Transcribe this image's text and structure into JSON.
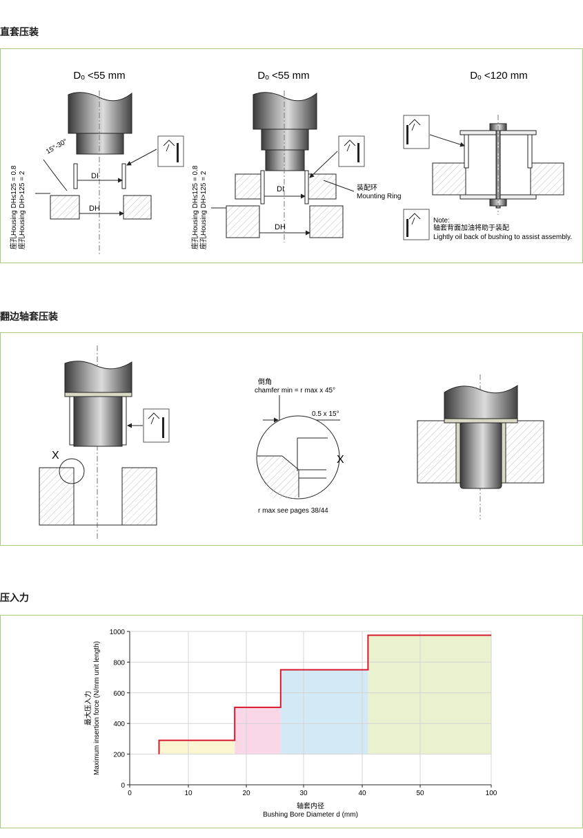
{
  "sections": {
    "straight": {
      "title": "直套压装",
      "fig1": {
        "do_label": "Dₒ <55 mm",
        "angle": "15°-30°",
        "di": "DI",
        "dh": "DH",
        "housing_line1": "座孔Housing DH≤125 = 0.8",
        "housing_line2": "座孔Housing DH>125 = 2"
      },
      "fig2": {
        "do_label": "Dₒ <55 mm",
        "di": "DI",
        "dh": "DH",
        "ring_cn": "装配环",
        "ring_en": "Mounting Ring",
        "housing_line1": "座孔Housing DH≤125 = 0.8",
        "housing_line2": "座孔Housing DH>125 = 2"
      },
      "fig3": {
        "do_label": "Dₒ <120 mm",
        "note_title": "Note:",
        "note_cn": "轴套背面加油将助于装配",
        "note_en": "Lightly oil back of bushing to assist assembly."
      }
    },
    "flanged": {
      "title": "翻边轴套压装",
      "x_label": "X",
      "chamfer_cn": "倒角",
      "chamfer_en": "chamfer min = r max x 45°",
      "dim_label": "0.5 x 15°",
      "detail_x": "X",
      "rmax_note": "r max see pages 38/44"
    },
    "force": {
      "title": "压入力"
    }
  },
  "chart_data": {
    "type": "area",
    "xlabel_cn": "轴套内径",
    "xlabel": "Bushing Bore Diameter d (mm)",
    "ylabel_cn": "最大压入力",
    "ylabel": "Maximum insertion force (N/mm unit length)",
    "xlim": [
      0,
      100
    ],
    "ylim": [
      0,
      1000
    ],
    "xticks": [
      "0",
      "10",
      "20",
      "30",
      "40",
      "50",
      "100"
    ],
    "yticks": [
      "0",
      "200",
      "400",
      "600",
      "800",
      "1000"
    ],
    "grid": true,
    "steps": [
      {
        "x_from": 5,
        "x_to": 18,
        "value": 290,
        "color": "#fdf6d3"
      },
      {
        "x_from": 18,
        "x_to": 26,
        "value": 505,
        "color": "#f9d7e6"
      },
      {
        "x_from": 26,
        "x_to": 41,
        "value": 750,
        "color": "#d3e9f6"
      },
      {
        "x_from": 41,
        "x_to": 100,
        "value": 975,
        "color": "#e9f1cf"
      }
    ],
    "band_floor": 200,
    "line_color": "#d7182a"
  }
}
